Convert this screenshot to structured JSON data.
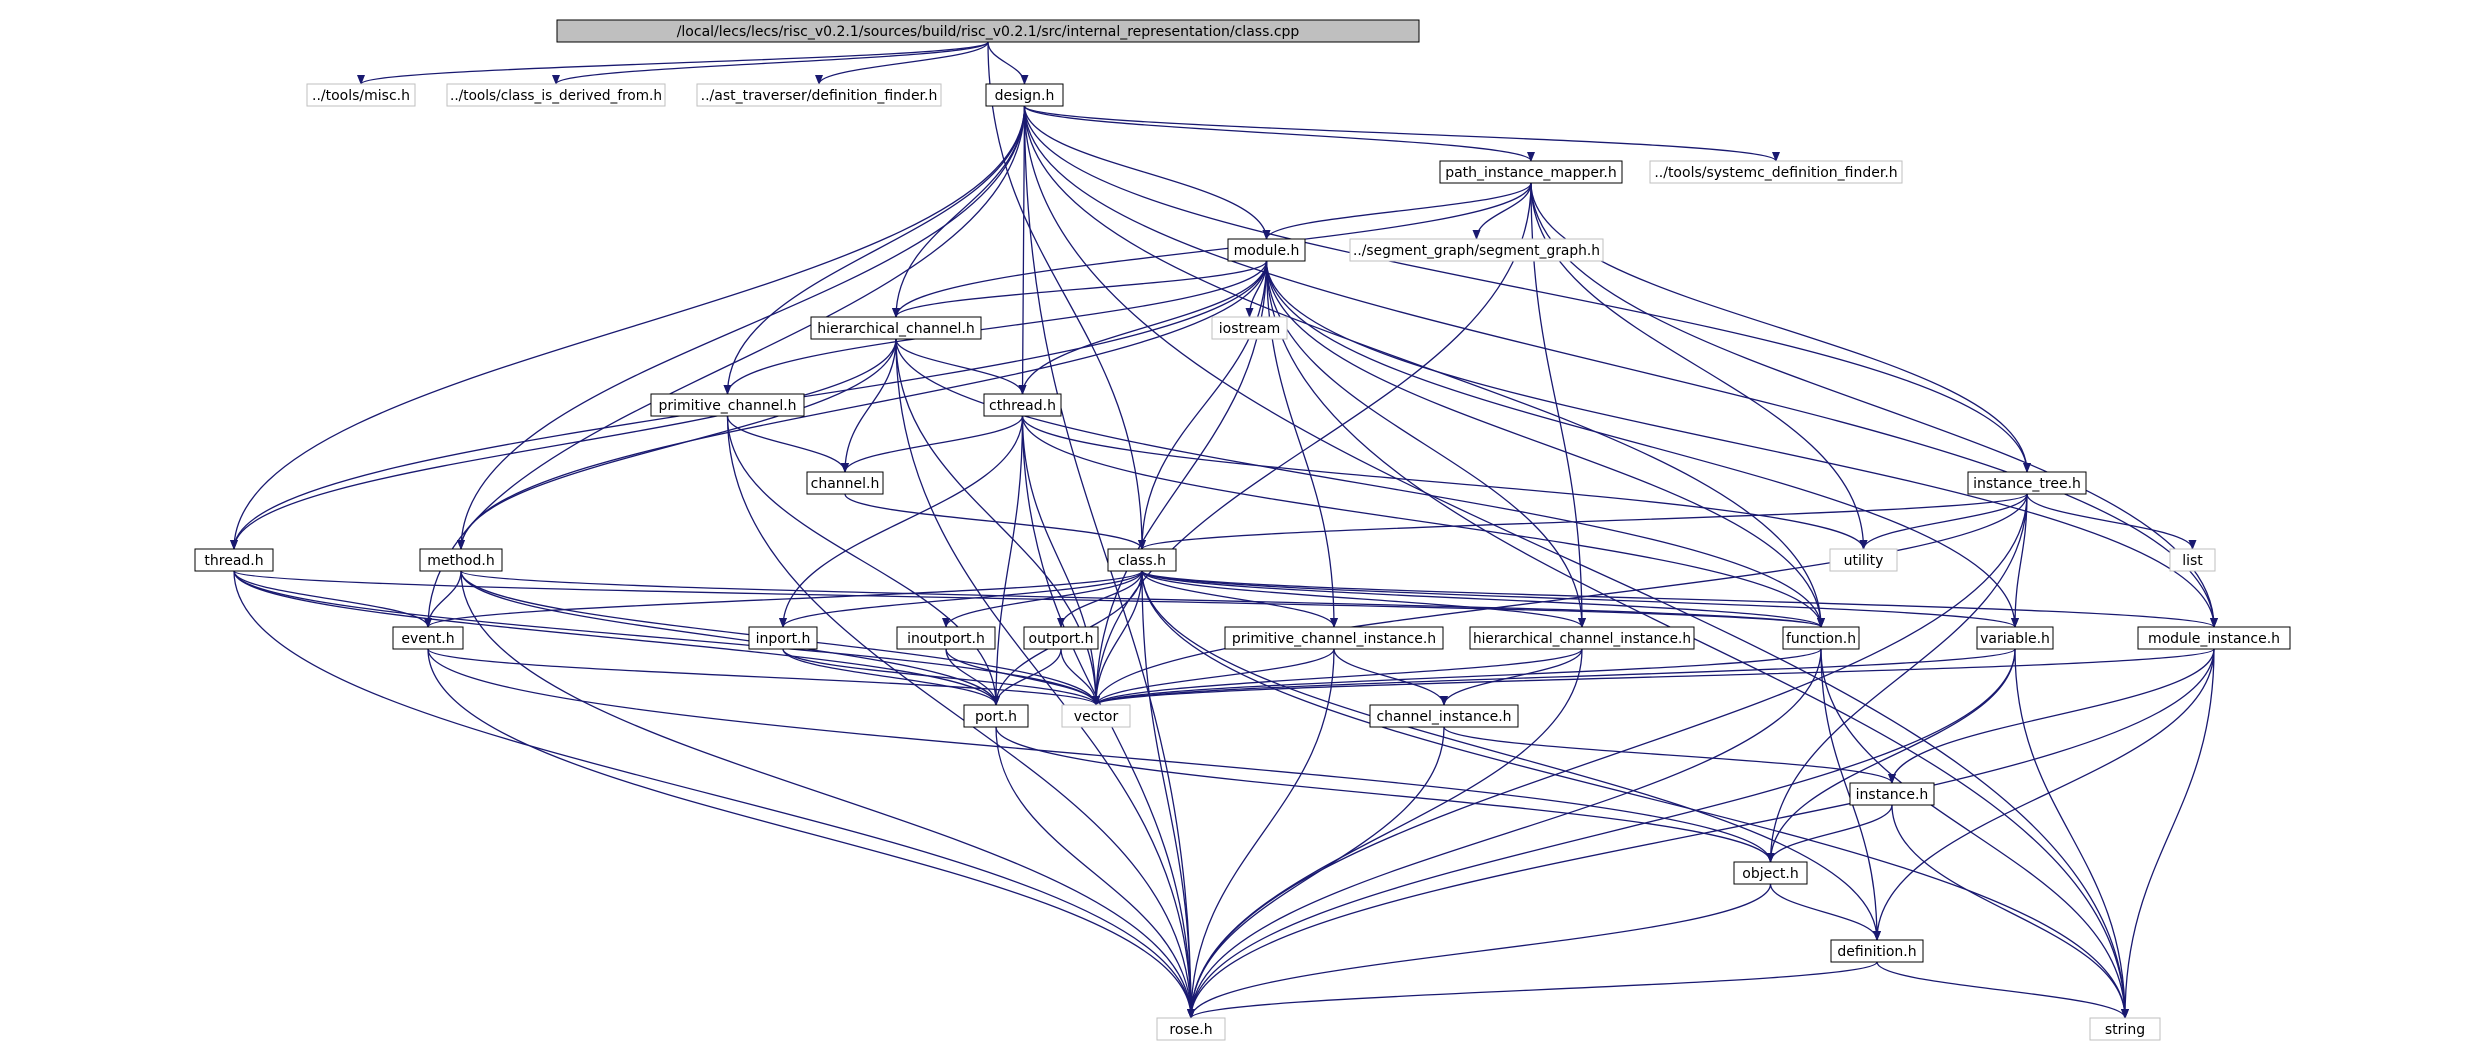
{
  "colors": {
    "edge": "#191970",
    "node_border": "#000000",
    "node_border_external": "#bfbfbf",
    "root_fill": "#bfbfbf",
    "node_fill": "#ffffff",
    "text": "#000000"
  },
  "nodes": [
    {
      "id": "root",
      "label": "/local/lecs/lecs/risc_v0.2.1/sources/build/risc_v0.2.1/src/internal_representation/class.cpp",
      "kind": "root"
    },
    {
      "id": "misc",
      "label": "../tools/misc.h",
      "kind": "external"
    },
    {
      "id": "class_is_derived",
      "label": "../tools/class_is_derived_from.h",
      "kind": "external"
    },
    {
      "id": "definition_finder",
      "label": "../ast_traverser/definition_finder.h",
      "kind": "external"
    },
    {
      "id": "design",
      "label": "design.h",
      "kind": "header"
    },
    {
      "id": "path_instance_mapper",
      "label": "path_instance_mapper.h",
      "kind": "header"
    },
    {
      "id": "systemc_def_finder",
      "label": "../tools/systemc_definition_finder.h",
      "kind": "external"
    },
    {
      "id": "module",
      "label": "module.h",
      "kind": "header"
    },
    {
      "id": "segment_graph",
      "label": "../segment_graph/segment_graph.h",
      "kind": "external"
    },
    {
      "id": "hierarchical_channel",
      "label": "hierarchical_channel.h",
      "kind": "header"
    },
    {
      "id": "iostream",
      "label": "iostream",
      "kind": "external"
    },
    {
      "id": "primitive_channel",
      "label": "primitive_channel.h",
      "kind": "header"
    },
    {
      "id": "cthread",
      "label": "cthread.h",
      "kind": "header"
    },
    {
      "id": "channel",
      "label": "channel.h",
      "kind": "header"
    },
    {
      "id": "instance_tree",
      "label": "instance_tree.h",
      "kind": "header"
    },
    {
      "id": "utility",
      "label": "utility",
      "kind": "external"
    },
    {
      "id": "list",
      "label": "list",
      "kind": "external"
    },
    {
      "id": "thread",
      "label": "thread.h",
      "kind": "header"
    },
    {
      "id": "method",
      "label": "method.h",
      "kind": "header"
    },
    {
      "id": "class",
      "label": "class.h",
      "kind": "header"
    },
    {
      "id": "event",
      "label": "event.h",
      "kind": "header"
    },
    {
      "id": "inport",
      "label": "inport.h",
      "kind": "header"
    },
    {
      "id": "inoutport",
      "label": "inoutport.h",
      "kind": "header"
    },
    {
      "id": "outport",
      "label": "outport.h",
      "kind": "header"
    },
    {
      "id": "primitive_channel_instance",
      "label": "primitive_channel_instance.h",
      "kind": "header"
    },
    {
      "id": "hierarchical_channel_instance",
      "label": "hierarchical_channel_instance.h",
      "kind": "header"
    },
    {
      "id": "function",
      "label": "function.h",
      "kind": "header"
    },
    {
      "id": "variable",
      "label": "variable.h",
      "kind": "header"
    },
    {
      "id": "module_instance",
      "label": "module_instance.h",
      "kind": "header"
    },
    {
      "id": "port",
      "label": "port.h",
      "kind": "header"
    },
    {
      "id": "vector",
      "label": "vector",
      "kind": "external"
    },
    {
      "id": "channel_instance",
      "label": "channel_instance.h",
      "kind": "header"
    },
    {
      "id": "instance",
      "label": "instance.h",
      "kind": "header"
    },
    {
      "id": "object",
      "label": "object.h",
      "kind": "header"
    },
    {
      "id": "definition",
      "label": "definition.h",
      "kind": "header"
    },
    {
      "id": "rose",
      "label": "rose.h",
      "kind": "external"
    },
    {
      "id": "string",
      "label": "string",
      "kind": "external"
    }
  ],
  "edges": [
    [
      "root",
      "misc"
    ],
    [
      "root",
      "class_is_derived"
    ],
    [
      "root",
      "definition_finder"
    ],
    [
      "root",
      "design"
    ],
    [
      "root",
      "class"
    ],
    [
      "design",
      "path_instance_mapper"
    ],
    [
      "design",
      "systemc_def_finder"
    ],
    [
      "design",
      "module"
    ],
    [
      "design",
      "hierarchical_channel"
    ],
    [
      "design",
      "primitive_channel"
    ],
    [
      "design",
      "cthread"
    ],
    [
      "design",
      "thread"
    ],
    [
      "design",
      "method"
    ],
    [
      "design",
      "event"
    ],
    [
      "design",
      "function"
    ],
    [
      "design",
      "instance_tree"
    ],
    [
      "design",
      "module_instance"
    ],
    [
      "design",
      "rose"
    ],
    [
      "design",
      "string"
    ],
    [
      "path_instance_mapper",
      "segment_graph"
    ],
    [
      "path_instance_mapper",
      "module"
    ],
    [
      "path_instance_mapper",
      "hierarchical_channel"
    ],
    [
      "path_instance_mapper",
      "instance_tree"
    ],
    [
      "path_instance_mapper",
      "utility"
    ],
    [
      "path_instance_mapper",
      "hierarchical_channel_instance"
    ],
    [
      "path_instance_mapper",
      "vector"
    ],
    [
      "path_instance_mapper",
      "module_instance"
    ],
    [
      "module",
      "iostream"
    ],
    [
      "module",
      "hierarchical_channel"
    ],
    [
      "module",
      "primitive_channel"
    ],
    [
      "module",
      "cthread"
    ],
    [
      "module",
      "thread"
    ],
    [
      "module",
      "method"
    ],
    [
      "module",
      "class"
    ],
    [
      "module",
      "function"
    ],
    [
      "module",
      "variable"
    ],
    [
      "module",
      "vector"
    ],
    [
      "module",
      "primitive_channel_instance"
    ],
    [
      "module",
      "hierarchical_channel_instance"
    ],
    [
      "module",
      "module_instance"
    ],
    [
      "module",
      "string"
    ],
    [
      "hierarchical_channel",
      "cthread"
    ],
    [
      "hierarchical_channel",
      "channel"
    ],
    [
      "hierarchical_channel",
      "thread"
    ],
    [
      "hierarchical_channel",
      "method"
    ],
    [
      "hierarchical_channel",
      "function"
    ],
    [
      "hierarchical_channel",
      "vector"
    ],
    [
      "hierarchical_channel",
      "rose"
    ],
    [
      "primitive_channel",
      "channel"
    ],
    [
      "primitive_channel",
      "port"
    ],
    [
      "primitive_channel",
      "rose"
    ],
    [
      "cthread",
      "channel"
    ],
    [
      "cthread",
      "utility"
    ],
    [
      "cthread",
      "function"
    ],
    [
      "cthread",
      "vector"
    ],
    [
      "cthread",
      "inport"
    ],
    [
      "cthread",
      "port"
    ],
    [
      "cthread",
      "rose"
    ],
    [
      "channel",
      "class"
    ],
    [
      "instance_tree",
      "class"
    ],
    [
      "instance_tree",
      "utility"
    ],
    [
      "instance_tree",
      "list"
    ],
    [
      "instance_tree",
      "variable"
    ],
    [
      "instance_tree",
      "vector"
    ],
    [
      "instance_tree",
      "object"
    ],
    [
      "instance_tree",
      "rose"
    ],
    [
      "thread",
      "event"
    ],
    [
      "thread",
      "function"
    ],
    [
      "thread",
      "port"
    ],
    [
      "thread",
      "vector"
    ],
    [
      "thread",
      "rose"
    ],
    [
      "method",
      "event"
    ],
    [
      "method",
      "function"
    ],
    [
      "method",
      "port"
    ],
    [
      "method",
      "vector"
    ],
    [
      "method",
      "rose"
    ],
    [
      "class",
      "event"
    ],
    [
      "class",
      "inport"
    ],
    [
      "class",
      "inoutport"
    ],
    [
      "class",
      "outport"
    ],
    [
      "class",
      "primitive_channel_instance"
    ],
    [
      "class",
      "hierarchical_channel_instance"
    ],
    [
      "class",
      "function"
    ],
    [
      "class",
      "variable"
    ],
    [
      "class",
      "module_instance"
    ],
    [
      "class",
      "port"
    ],
    [
      "class",
      "vector"
    ],
    [
      "class",
      "definition"
    ],
    [
      "class",
      "rose"
    ],
    [
      "class",
      "string"
    ],
    [
      "event",
      "vector"
    ],
    [
      "event",
      "object"
    ],
    [
      "event",
      "rose"
    ],
    [
      "inport",
      "port"
    ],
    [
      "inport",
      "vector"
    ],
    [
      "inoutport",
      "port"
    ],
    [
      "inoutport",
      "vector"
    ],
    [
      "outport",
      "port"
    ],
    [
      "outport",
      "vector"
    ],
    [
      "primitive_channel_instance",
      "channel_instance"
    ],
    [
      "primitive_channel_instance",
      "vector"
    ],
    [
      "primitive_channel_instance",
      "rose"
    ],
    [
      "hierarchical_channel_instance",
      "channel_instance"
    ],
    [
      "hierarchical_channel_instance",
      "vector"
    ],
    [
      "hierarchical_channel_instance",
      "rose"
    ],
    [
      "function",
      "vector"
    ],
    [
      "function",
      "definition"
    ],
    [
      "function",
      "rose"
    ],
    [
      "function",
      "string"
    ],
    [
      "variable",
      "vector"
    ],
    [
      "variable",
      "object"
    ],
    [
      "variable",
      "rose"
    ],
    [
      "variable",
      "string"
    ],
    [
      "module_instance",
      "instance"
    ],
    [
      "module_instance",
      "definition"
    ],
    [
      "module_instance",
      "vector"
    ],
    [
      "module_instance",
      "rose"
    ],
    [
      "module_instance",
      "string"
    ],
    [
      "port",
      "object"
    ],
    [
      "port",
      "rose"
    ],
    [
      "channel_instance",
      "instance"
    ],
    [
      "channel_instance",
      "rose"
    ],
    [
      "instance",
      "object"
    ],
    [
      "instance",
      "string"
    ],
    [
      "object",
      "definition"
    ],
    [
      "object",
      "rose"
    ],
    [
      "definition",
      "rose"
    ],
    [
      "definition",
      "string"
    ]
  ]
}
